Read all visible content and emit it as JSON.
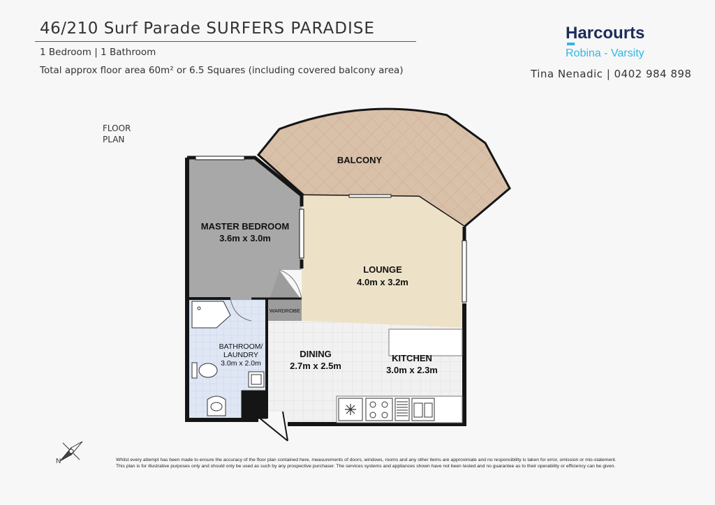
{
  "header": {
    "address": "46/210 Surf Parade",
    "suburb": "SURFERS PARADISE",
    "beds_baths": "1 Bedroom | 1 Bathroom",
    "floor_area": "Total approx floor area 60m² or 6.5 Squares (including covered balcony area)"
  },
  "agency": {
    "brand": "Harcourts",
    "office": "Robina - Varsity",
    "agent": "Tina Nenadic | 0402 984 898",
    "brand_color": "#1b2c5a",
    "accent_color": "#2fb7e5"
  },
  "plan_label": [
    "FLOOR",
    "PLAN"
  ],
  "rooms": {
    "balcony": {
      "name": "BALCONY"
    },
    "master_bedroom": {
      "name": "MASTER BEDROOM",
      "size": "3.6m x 3.0m"
    },
    "lounge": {
      "name": "LOUNGE",
      "size": "4.0m x 3.2m"
    },
    "wardrobe": {
      "name": "WARDROBE"
    },
    "bathroom": {
      "name_line1": "BATHROOM/",
      "name_line2": "LAUNDRY",
      "size": "3.0m x 2.0m"
    },
    "dining": {
      "name": "DINING",
      "size": "2.7m x 2.5m"
    },
    "kitchen": {
      "name": "KITCHEN",
      "size": "3.0m x 2.3m"
    }
  },
  "colors": {
    "bedroom": "#a8a8a8",
    "lounge": "#ede2c8",
    "balcony": "#d9c0a8",
    "bathroom": "#dfe6f4",
    "tiles": "#efefef",
    "wall": "#151515"
  },
  "disclaimer": {
    "line1": "Whilst every attempt has been made to ensure the accuracy of the floor plan contained here, measurements of doors, windows, rooms and any other items are approximate and no responsibility is taken for error, omission or mis-statement.",
    "line2": "This plan is for illustrative purposes only and should only be used as such by any prospective purchaser. The services systems and appliances shown have not been tested and no guarantee as to their operability or efficiency can be given."
  },
  "compass": {
    "icon": "compass-icon",
    "north_letter": "N"
  }
}
